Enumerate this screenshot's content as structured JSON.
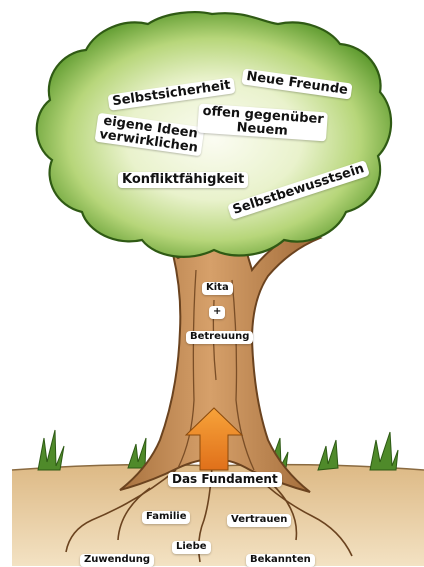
{
  "crown_labels": {
    "selbstsicherheit": "Selbstsicherheit",
    "neue_freunde": "Neue Freunde",
    "eigene_ideen": "eigene Ideen\nverwirklichen",
    "offen": "offen gegenüber\nNeuem",
    "konflikt": "Konfliktfähigkeit",
    "selbstbewusstsein": "Selbstbewusstsein"
  },
  "trunk_labels": {
    "kita": "Kita",
    "plus": "+",
    "betreuung": "Betreuung"
  },
  "root_labels": {
    "fundament": "Das Fundament",
    "familie": "Familie",
    "vertrauen": "Vertrauen",
    "liebe": "Liebe",
    "zuwendung": "Zuwendung",
    "bekannten": "Bekannten"
  },
  "colors": {
    "leaf_light": "#f4f7e6",
    "leaf_mid": "#b9d77d",
    "leaf_dark": "#5f9a30",
    "trunk": "#c08a55",
    "trunk_dark": "#7a4e27",
    "soil": "#e8cfa3",
    "grass": "#4f8a2a",
    "arrow": "#f08c1e"
  }
}
